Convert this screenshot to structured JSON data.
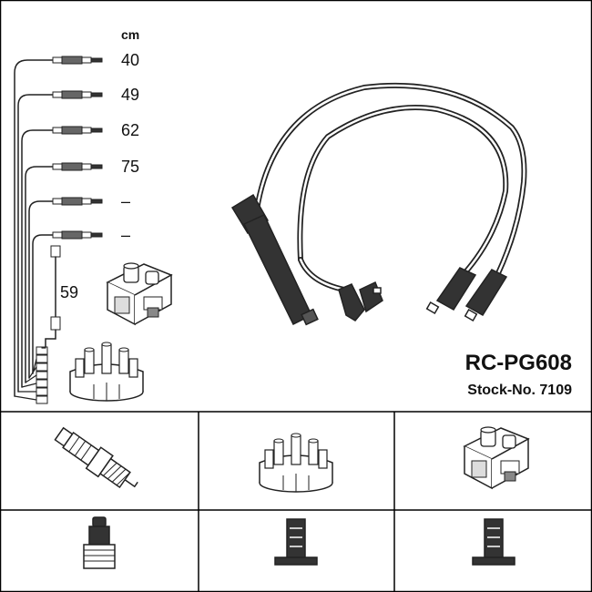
{
  "unit": "cm",
  "lengths": [
    "40",
    "49",
    "62",
    "75",
    "–",
    "–"
  ],
  "coil_wire_length": "59",
  "part_number": "RC-PG608",
  "stock_number": "Stock-No. 7109",
  "icons": {
    "header": [
      "ignition-coil-icon",
      "distributor-cap-icon",
      "ignition-wire-set-icon"
    ],
    "middle_row": [
      "spark-plug-icon",
      "distributor-cap-icon",
      "ignition-coil-icon"
    ],
    "bottom_row": [
      "spark-plug-terminal-icon",
      "distributor-terminal-icon",
      "coil-terminal-icon"
    ]
  }
}
